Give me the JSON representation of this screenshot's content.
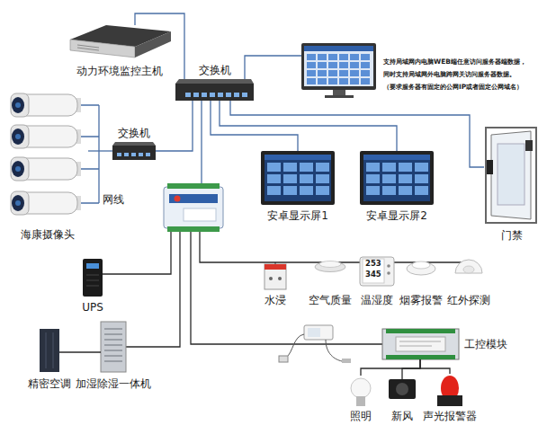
{
  "diagram": {
    "nodes": [
      {
        "text": [
          "动力环境监控主机"
        ]
      },
      {
        "text": [
          "交换机"
        ]
      },
      {
        "text": [
          "支持局域网内电脑WEB端任意访问服务器端数据， 同时支持局域网外电脑跨网关访问服务器数据。 （要求服务器有固定的公网IP或者固定公网域名）"
        ]
      },
      {
        "text": [
          "交换机"
        ]
      },
      {
        "text": [
          "海康摄像头"
        ]
      },
      {
        "text": [
          "安卓显示屏1"
        ]
      },
      {
        "text": [
          "安卓显示屏2"
        ]
      },
      {
        "text": [
          "门禁"
        ]
      },
      {
        "text": [
          "UPS"
        ]
      },
      {
        "text": [
          "精密空调"
        ]
      },
      {
        "text": [
          "加湿除湿一体机"
        ]
      },
      {
        "text": [
          "水浸"
        ]
      },
      {
        "text": [
          "空气质量"
        ]
      },
      {
        "text": [
          "温湿度"
        ]
      },
      {
        "text": [
          "烟雾报警"
        ]
      },
      {
        "text": [
          "红外探测"
        ]
      },
      {
        "text": [
          "工控模块"
        ]
      },
      {
        "text": [
          "照明"
        ]
      },
      {
        "text": [
          "新风"
        ]
      },
      {
        "text": [
          "声光报警器"
        ]
      }
    ],
    "edges": [
      {
        "from": 1,
        "to": 0,
        "arrow": "none"
      },
      {
        "from": 1,
        "to": 2,
        "arrow": "none"
      },
      {
        "from": 1,
        "to": 3,
        "arrow": "none"
      },
      {
        "from": 1,
        "to": 5,
        "arrow": "none"
      },
      {
        "from": 1,
        "to": 6,
        "arrow": "none"
      },
      {
        "from": 1,
        "to": 7,
        "arrow": "none"
      },
      {
        "from": 4,
        "to": 3,
        "arrow": "none"
      },
      {
        "from": 9,
        "to": 10,
        "arrow": "none"
      },
      {
        "from": 16,
        "to": 17,
        "arrow": "none"
      },
      {
        "from": 16,
        "to": 18,
        "arrow": "none"
      },
      {
        "from": 16,
        "to": 19,
        "arrow": "none"
      }
    ],
    "labels": [
      "网线",
      "253",
      "345"
    ]
  }
}
